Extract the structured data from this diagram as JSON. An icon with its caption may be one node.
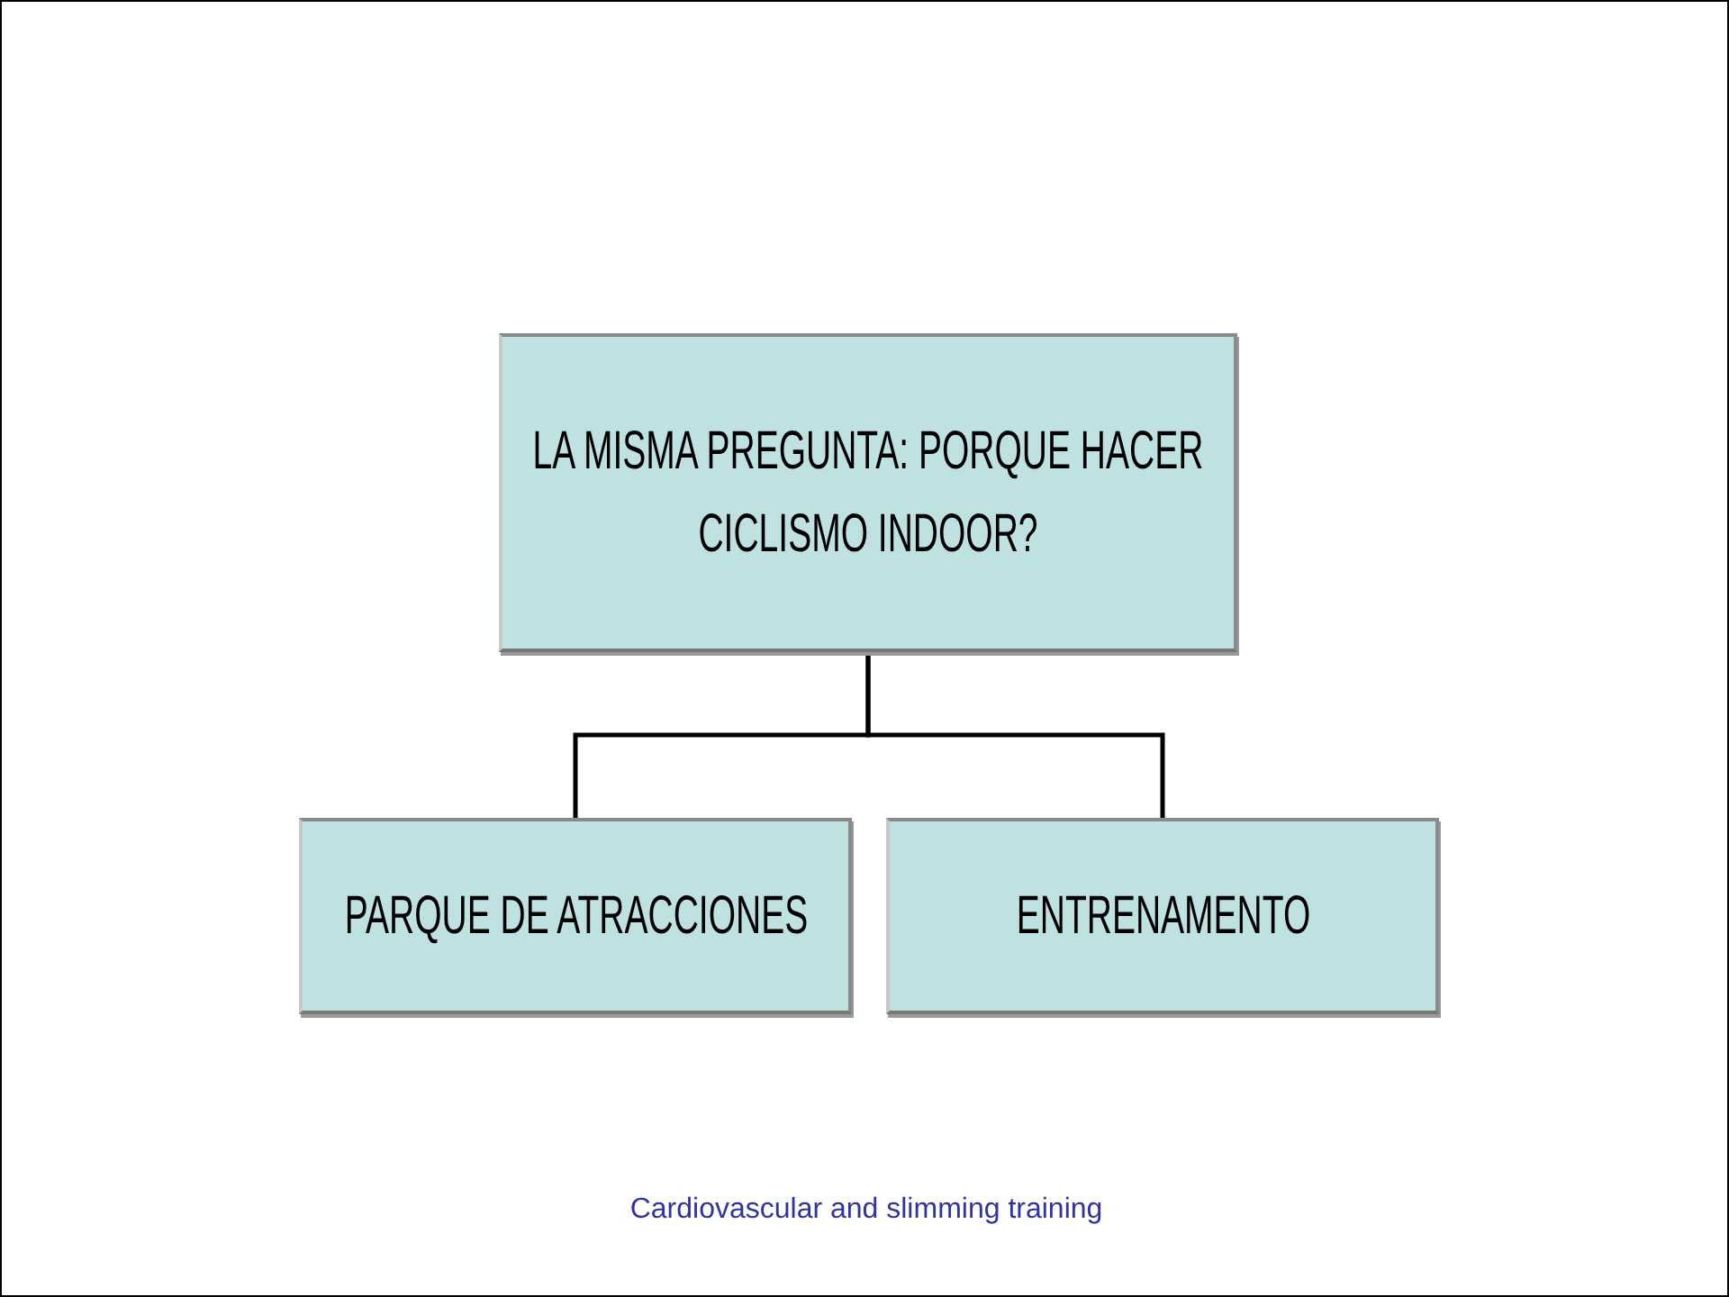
{
  "diagram": {
    "nodes": [
      {
        "text": [
          "LA MISMA PREGUNTA: PORQUE HACER CICLISMO INDOOR?"
        ]
      },
      {
        "text": [
          "PARQUE DE ATRACCIONES"
        ]
      },
      {
        "text": [
          "ENTRENAMENTO"
        ]
      }
    ],
    "edges": [
      {
        "from": 0,
        "to": 1,
        "arrow": "none"
      },
      {
        "from": 0,
        "to": 2,
        "arrow": "none"
      }
    ],
    "labels": [
      "Cardiovascular and slimming training"
    ]
  }
}
